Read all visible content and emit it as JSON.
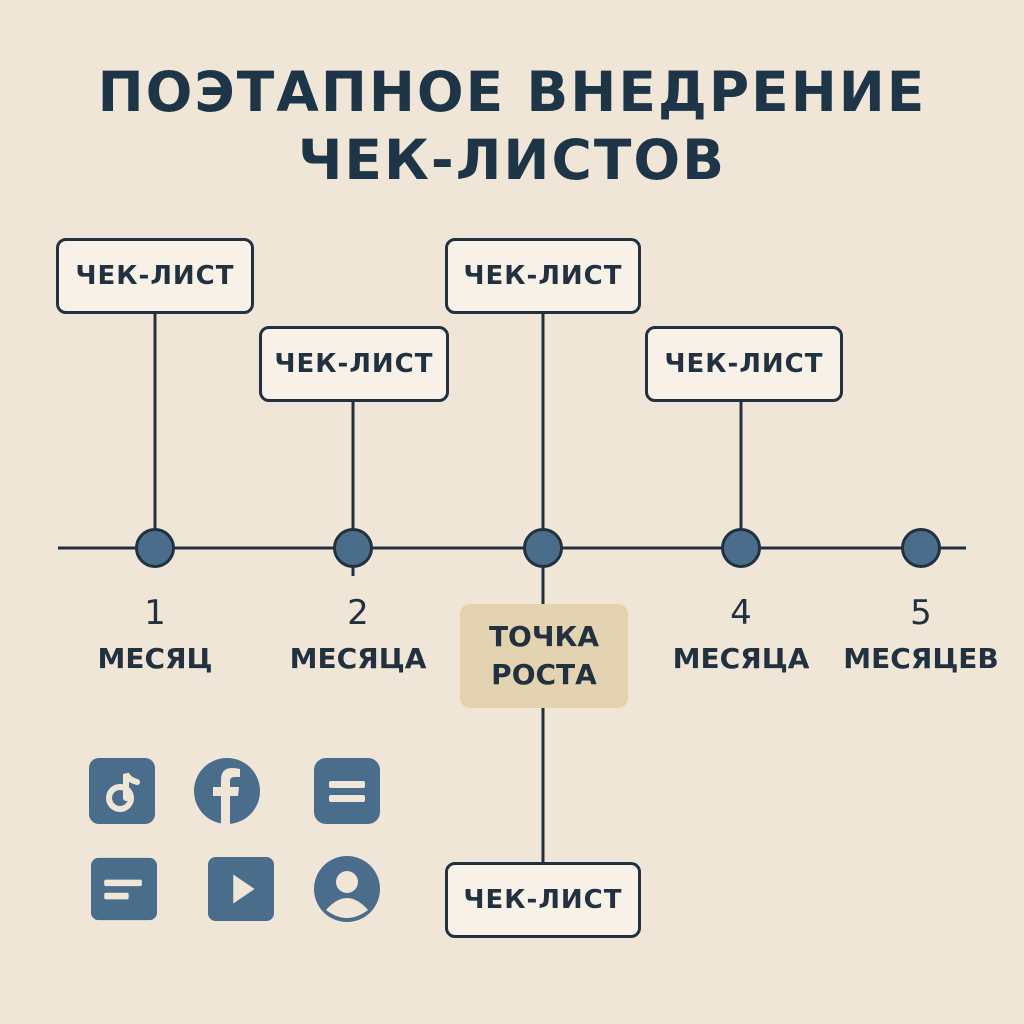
{
  "title": {
    "line1": "ПОЭТАПНОЕ ВНЕДРЕНИЕ",
    "line2": "ЧЕК-ЛИСТОВ"
  },
  "cards": [
    {
      "label": "ЧЕК-ЛИСТ"
    },
    {
      "label": "ЧЕК-ЛИСТ"
    },
    {
      "label": "ЧЕК-ЛИСТ"
    },
    {
      "label": "ЧЕК-ЛИСТ"
    },
    {
      "label": "ЧЕК-ЛИСТ"
    }
  ],
  "milestones": [
    {
      "number": "1",
      "unit": "МЕСЯЦ"
    },
    {
      "number": "2",
      "unit": "МЕСЯЦА"
    },
    {
      "line1": "ТОЧКА",
      "line2": "РОСТА"
    },
    {
      "number": "4",
      "unit": "МЕСЯЦА"
    },
    {
      "number": "5",
      "unit": "МЕСЯЦЕВ"
    }
  ],
  "icons": [
    {
      "name": "tiktok-icon"
    },
    {
      "name": "facebook-icon"
    },
    {
      "name": "menu-icon"
    },
    {
      "name": "text-lines-icon"
    },
    {
      "name": "play-icon"
    },
    {
      "name": "user-icon"
    }
  ],
  "colors": {
    "background": "#f0e6d8",
    "ink": "#22313f",
    "node": "#4b6d8c",
    "highlight": "#e3d3b0"
  }
}
